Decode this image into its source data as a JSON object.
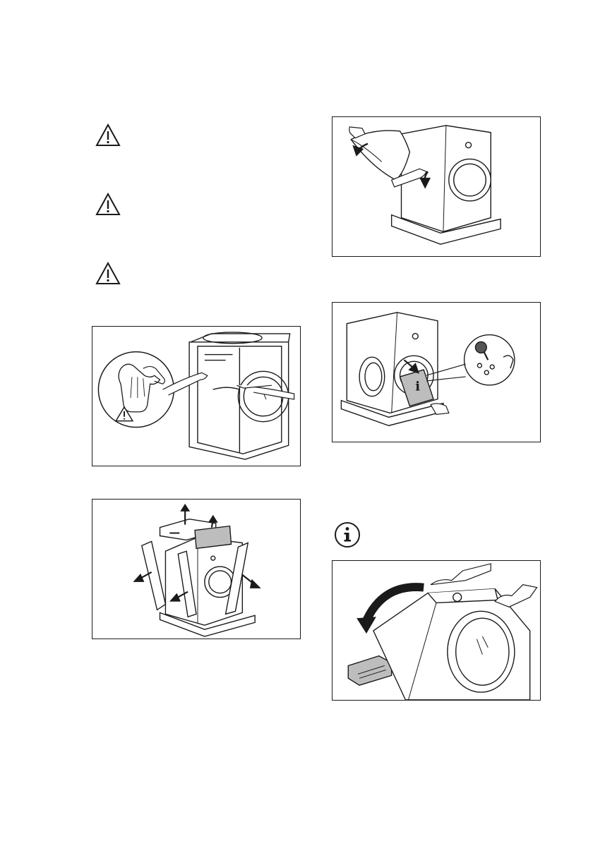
{
  "page": {
    "bottom_fragment": "__________________  ____________________  . . . . . . . . ."
  },
  "icons": {
    "warnings": [
      "warning-triangle-icon",
      "warning-triangle-icon",
      "warning-triangle-icon"
    ],
    "info": "info-icon"
  },
  "figures": [
    {
      "id": "gloves-remove-top-cover",
      "depicts": "protective-gloves-hands-cutting-packaging"
    },
    {
      "id": "remove-packaging-pieces",
      "depicts": "packaging-parts-pulled-away"
    },
    {
      "id": "remove-plastic-bag",
      "depicts": "hands-pulling-off-bag"
    },
    {
      "id": "open-door-remove-accessories",
      "depicts": "door-open-bag-of-parts"
    },
    {
      "id": "tilt-machine-remove-base",
      "depicts": "machine-tilted-polystyrene-base"
    }
  ],
  "colors": {
    "ink": "#1a1a1a",
    "shade": "#bdbdbd",
    "dark": "#555555"
  }
}
